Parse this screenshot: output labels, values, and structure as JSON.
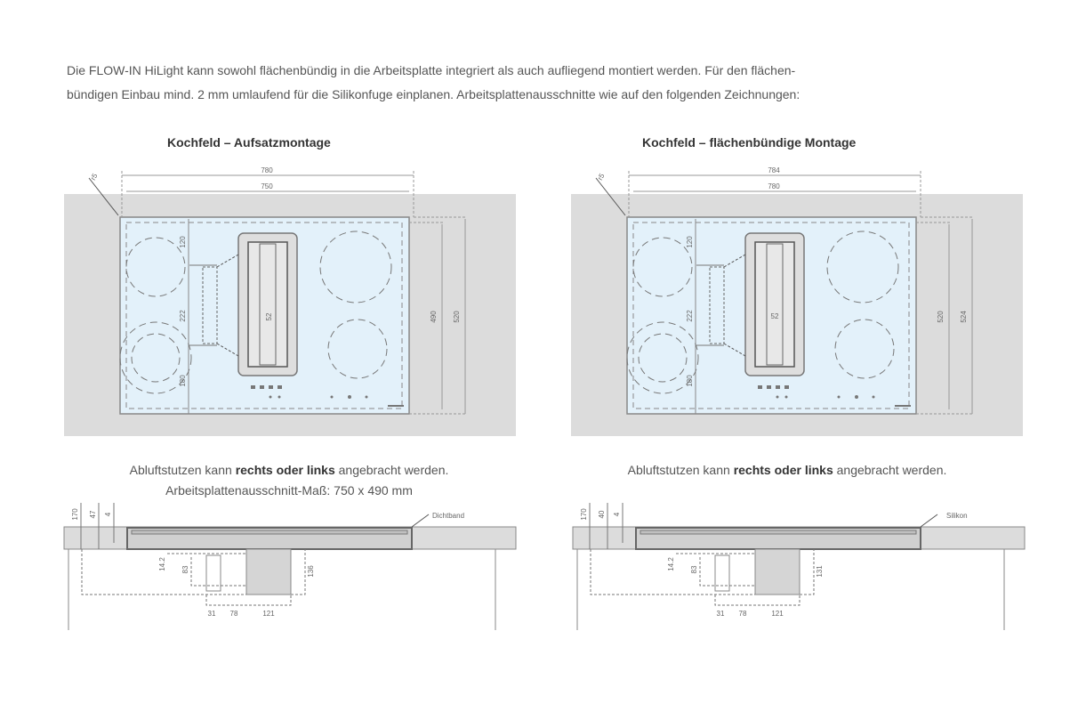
{
  "intro": {
    "line1": "Die FLOW-IN HiLight kann sowohl flächenbündig in die Arbeitsplatte integriert als auch aufliegend montiert werden. Für den flächen-",
    "line2": "bündigen Einbau mind. 2 mm umlaufend für die Silikonfuge einplanen. Arbeitsplattenausschnitte wie auf den folgenden Zeichnungen:"
  },
  "left": {
    "heading": "Kochfeld – Aufsatzmontage",
    "dims": {
      "outer_width": "780",
      "inner_width": "750",
      "inner_depth": "490",
      "outer_depth": "520",
      "zone1": "120",
      "zone2": "222",
      "zone3": "180",
      "vent": "52",
      "corner": "r5"
    },
    "caption_pre": "Abluftstutzen kann ",
    "caption_bold": "rechts oder links",
    "caption_post": " angebracht werden.",
    "caption_line2": "Arbeitsplattenausschnitt-Maß: 750 x 490 mm",
    "section": {
      "d1": "170",
      "d2": "47",
      "d3": "4",
      "d4": "14.2",
      "d5": "83",
      "d6": "136",
      "d7": "31",
      "d8": "78",
      "d9": "121",
      "label": "Dichtband"
    }
  },
  "right": {
    "heading": "Kochfeld – flächenbündige Montage",
    "dims": {
      "outer_width": "784",
      "inner_width": "780",
      "inner_depth": "520",
      "outer_depth": "524",
      "zone1": "120",
      "zone2": "222",
      "zone3": "180",
      "vent": "52",
      "corner": "r5"
    },
    "caption_pre": "Abluftstutzen kann ",
    "caption_bold": "rechts oder links",
    "caption_post": " angebracht werden.",
    "section": {
      "d1": "170",
      "d2": "40",
      "d3": "4",
      "d4": "14.2",
      "d5": "83",
      "d6": "131",
      "d7": "31",
      "d8": "78",
      "d9": "121",
      "label": "Silikon"
    }
  },
  "colors": {
    "counter": "#dcdcdc",
    "glass": "#e3f1fa",
    "line": "#777777"
  }
}
